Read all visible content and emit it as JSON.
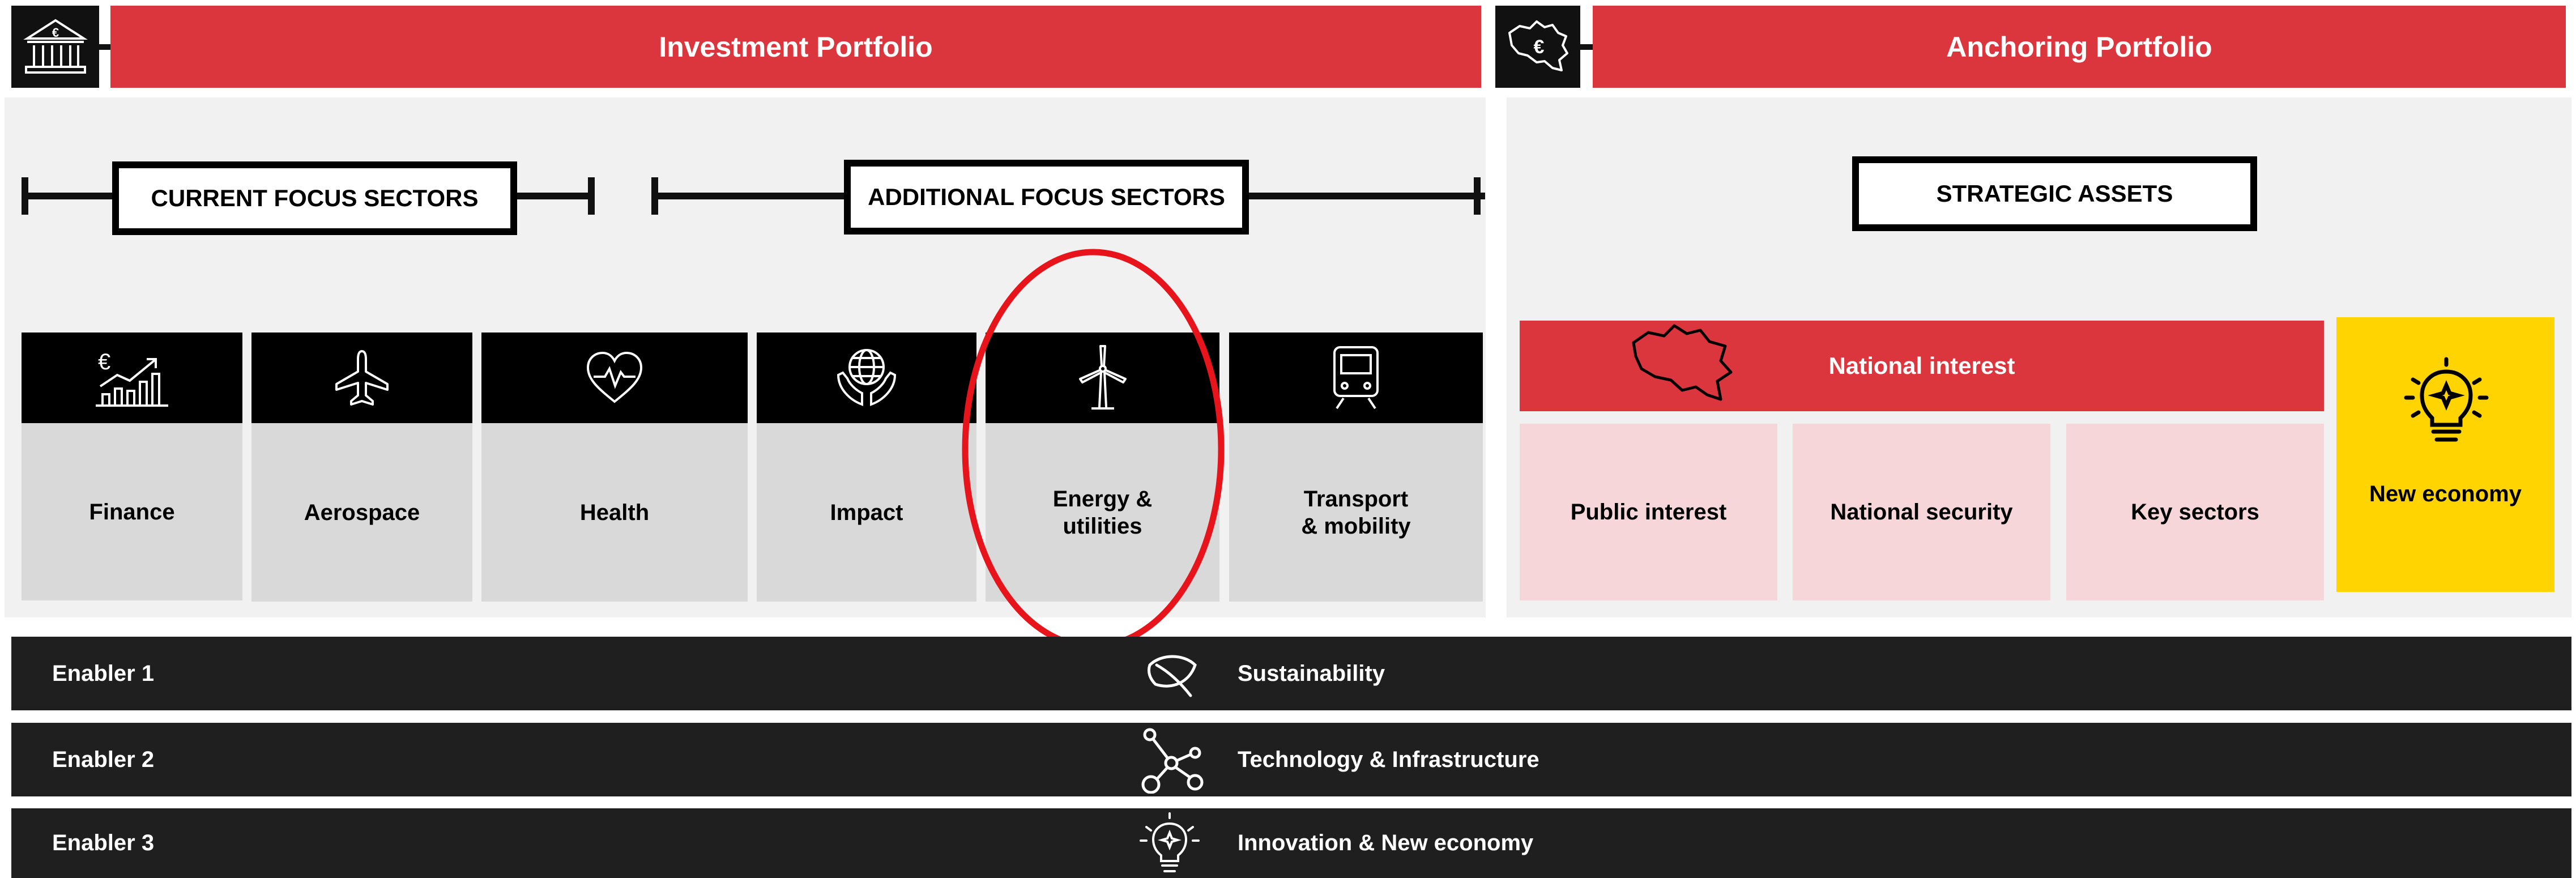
{
  "header": {
    "investment_title": "Investment Portfolio",
    "anchoring_title": "Anchoring Portfolio",
    "investment_icon": "bank-euro-icon",
    "anchoring_icon": "belgium-map-euro-icon"
  },
  "investment": {
    "current_label": "CURRENT FOCUS SECTORS",
    "additional_label": "ADDITIONAL FOCUS SECTORS",
    "sectors": [
      {
        "label": "Finance",
        "icon": "finance-chart-icon"
      },
      {
        "label": "Aerospace",
        "icon": "airplane-icon"
      },
      {
        "label": "Health",
        "icon": "heart-pulse-icon"
      },
      {
        "label": "Impact",
        "icon": "globe-hands-icon"
      },
      {
        "label": "Energy &\nutilities",
        "icon": "wind-turbine-icon"
      },
      {
        "label": "Transport\n& mobility",
        "icon": "train-icon"
      }
    ],
    "highlight": "Energy & utilities"
  },
  "anchoring": {
    "strategic_label": "STRATEGIC ASSETS",
    "national_interest": "National interest",
    "sub_items": [
      "Public interest",
      "National security",
      "Key sectors"
    ],
    "new_economy": "New economy"
  },
  "enablers": [
    {
      "label": "Enabler 1",
      "text": "Sustainability",
      "icon": "leaf-icon"
    },
    {
      "label": "Enabler 2",
      "text": "Technology & Infrastructure",
      "icon": "network-nodes-icon"
    },
    {
      "label": "Enabler 3",
      "text": "Innovation & New economy",
      "icon": "lightbulb-icon"
    }
  ],
  "colors": {
    "red": "#db363d",
    "black": "#111111",
    "panel": "#f1f1f1",
    "sector_gray": "#d9d9d9",
    "pink": "#f6d6d8",
    "yellow": "#ffd400",
    "enabler_bar": "#1f1f1f",
    "highlight_ring": "#e8141b"
  }
}
